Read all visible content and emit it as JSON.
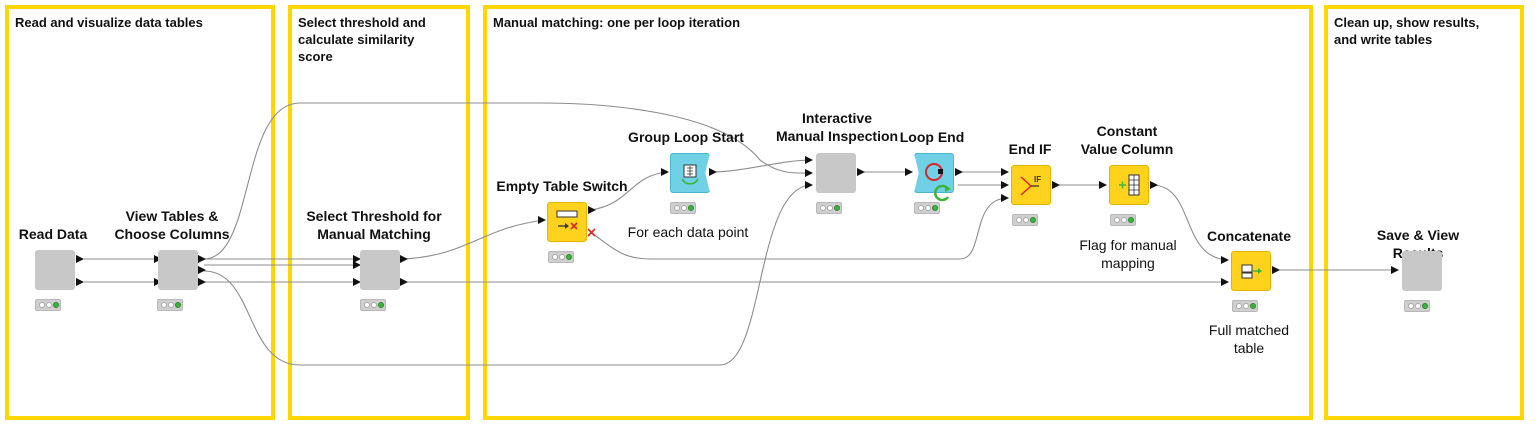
{
  "annotations": [
    {
      "id": "read",
      "title": "Read and visualize data tables"
    },
    {
      "id": "threshold",
      "title": "Select threshold and\ncalculate similarity\nscore"
    },
    {
      "id": "manual",
      "title": "Manual matching: one per loop iteration"
    },
    {
      "id": "cleanup",
      "title": "Clean up, show results,\nand write tables"
    }
  ],
  "nodes": {
    "read_data": {
      "label": "Read Data",
      "description": ""
    },
    "view_tables": {
      "label": "View Tables &\nChoose Columns",
      "description": ""
    },
    "select_threshold": {
      "label": "Select Threshold for\nManual Matching",
      "description": ""
    },
    "empty_table_switch": {
      "label": "Empty Table Switch",
      "description": ""
    },
    "group_loop_start": {
      "label": "Group Loop Start",
      "description": "For each data point"
    },
    "interactive_inspection": {
      "label": "Interactive\nManual Inspection",
      "description": ""
    },
    "loop_end": {
      "label": "Loop End",
      "description": ""
    },
    "end_if": {
      "label": "End IF",
      "description": ""
    },
    "constant_value": {
      "label": "Constant\nValue Column",
      "description": "Flag for manual\nmapping"
    },
    "concatenate": {
      "label": "Concatenate",
      "description": "Full matched\ntable"
    },
    "save_view": {
      "label": "Save & View Results",
      "description": ""
    }
  },
  "colors": {
    "annotation_border": "#ffd700",
    "metanode": "#c8c8c8",
    "flow_node": "#ffd21e",
    "loop_node": "#6fd0e6",
    "status_ok": "#3cb53c"
  }
}
